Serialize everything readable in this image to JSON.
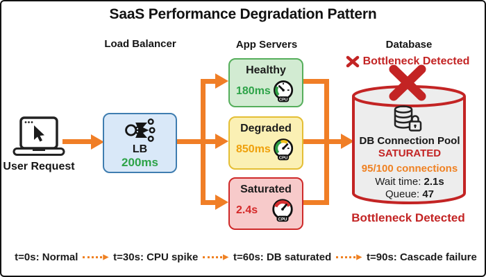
{
  "title": "SaaS Performance Degradation Pattern",
  "headers": {
    "load_balancer": "Load Balancer",
    "app_servers": "App Servers",
    "database": "Database"
  },
  "user_request": {
    "label": "User Request"
  },
  "load_balancer": {
    "name": "LB",
    "latency": "200ms"
  },
  "app_servers": [
    {
      "state": "Healthy",
      "latency": "180ms"
    },
    {
      "state": "Degraded",
      "latency": "850ms"
    },
    {
      "state": "Saturated",
      "latency": "2.4s"
    }
  ],
  "database": {
    "alert_top": "Bottleneck Detected",
    "pool_title": "DB Connection Pool",
    "pool_status": "SATURATED",
    "connections": "95/100 connections",
    "wait_label": "Wait time: ",
    "wait_value": "2.1s",
    "queue_label": "Queue: ",
    "queue_value": "47",
    "alert_bottom": "Bottleneck Detected"
  },
  "timeline": [
    {
      "label": "t=0s: Normal"
    },
    {
      "label": "t=30s: CPU spike"
    },
    {
      "label": "t=60s: DB saturated"
    },
    {
      "label": "t=90s: Cascade failure"
    }
  ],
  "icons": {
    "cpu_label": "CPU"
  },
  "colors": {
    "arrow_orange": "#F07E26",
    "alert_red": "#C32424",
    "healthy_green": "#2DA348",
    "degraded_yellow": "#E4BE34",
    "lb_blue": "#3F7DB0",
    "cylinder_gray": "#EDEDED"
  }
}
